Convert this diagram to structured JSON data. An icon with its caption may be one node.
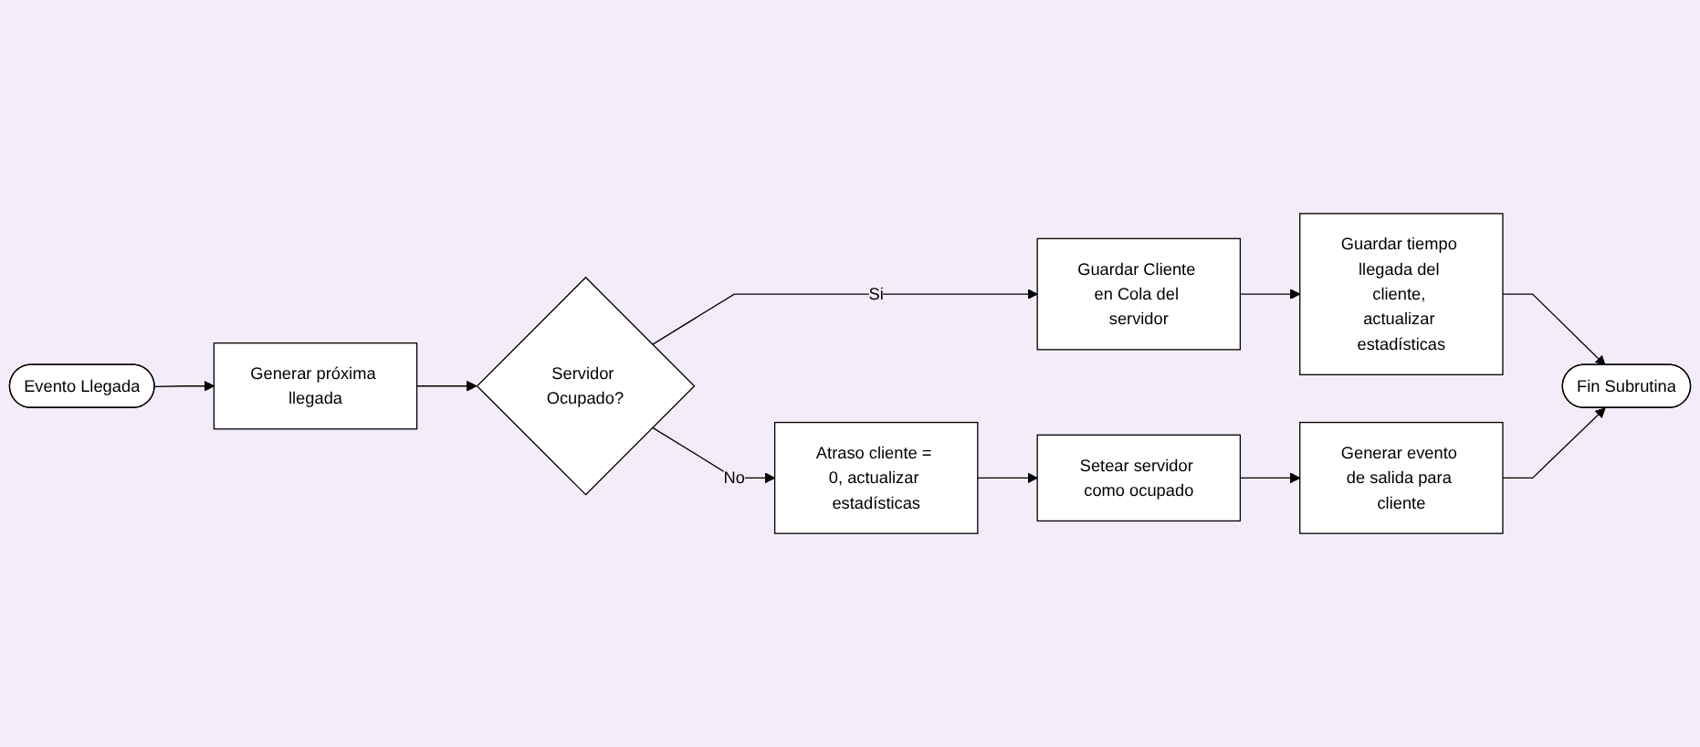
{
  "diagram": {
    "nodes": [
      {
        "text": [
          "Generar próxima llegada"
        ]
      },
      {
        "text": [
          "Servidor Ocupado?"
        ]
      },
      {
        "text": [
          "Guardar Cliente en Cola del servidor"
        ]
      },
      {
        "text": [
          "Guardar tiempo llegada del cliente, actualizar estadísticas"
        ]
      },
      {
        "text": [
          "Evento Llegada"
        ]
      },
      {
        "text": [
          "Fin Subrutina"
        ]
      },
      {
        "text": [
          "Atraso cliente = 0, actualizar estadísticas"
        ]
      },
      {
        "text": [
          "Setear servidor como ocupado"
        ]
      },
      {
        "text": [
          "Generar evento de salida para cliente"
        ]
      }
    ],
    "edges": [
      {
        "from": 4,
        "to": 0,
        "arrow": "to"
      },
      {
        "from": 0,
        "to": 1,
        "arrow": "to"
      },
      {
        "from": 1,
        "to": 2,
        "arrow": "to",
        "label": "Si"
      },
      {
        "from": 2,
        "to": 3,
        "arrow": "to"
      },
      {
        "from": 3,
        "to": 5,
        "arrow": "to"
      },
      {
        "from": 1,
        "to": 6,
        "arrow": "to",
        "label": "No"
      },
      {
        "from": 6,
        "to": 7,
        "arrow": "to"
      },
      {
        "from": 7,
        "to": 8,
        "arrow": "to"
      },
      {
        "from": 8,
        "to": 5,
        "arrow": "to"
      }
    ]
  }
}
